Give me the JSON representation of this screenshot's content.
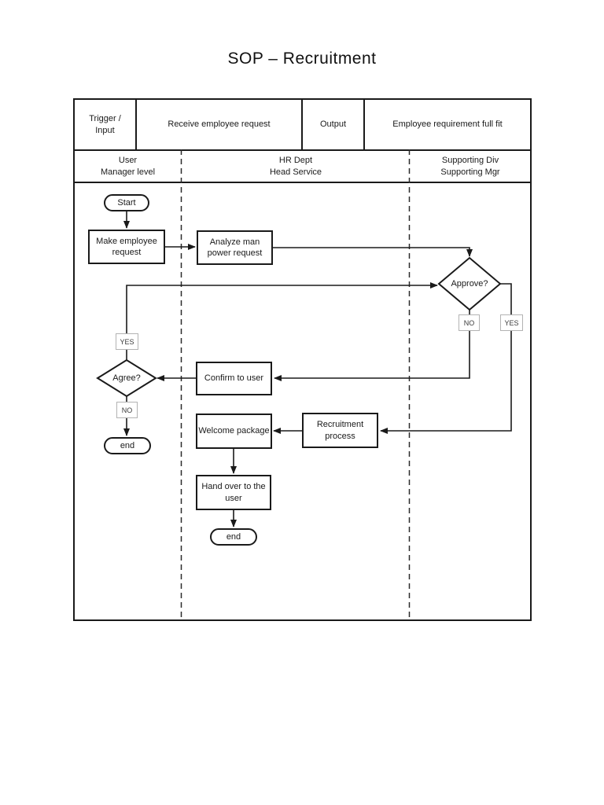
{
  "title": "SOP – Recruitment",
  "header": {
    "cells": [
      {
        "label": "Trigger /\nInput"
      },
      {
        "label": "Receive employee request"
      },
      {
        "label": "Output"
      },
      {
        "label": "Employee requirement full fit"
      }
    ]
  },
  "lanes": [
    {
      "label": "User\nManager level"
    },
    {
      "label": "HR Dept\nHead Service"
    },
    {
      "label": "Supporting Div\nSupporting Mgr"
    }
  ],
  "nodes": {
    "start": "Start",
    "make_request": "Make employee\nrequest",
    "analyze": "Analyze man\npower request",
    "approve": "Approve?",
    "approve_no": "NO",
    "approve_yes": "YES",
    "confirm": "Confirm to user",
    "agree": "Agree?",
    "agree_yes": "YES",
    "agree_no": "NO",
    "end_left": "end",
    "welcome": "Welcome package",
    "recruitment": "Recruitment\nprocess",
    "handover": "Hand over to the\nuser",
    "end_bottom": "end"
  },
  "edges": [
    {
      "from": "start",
      "to": "make-employee-request",
      "label": ""
    },
    {
      "from": "make-employee-request",
      "to": "analyze-man-power-request",
      "label": ""
    },
    {
      "from": "analyze-man-power-request",
      "to": "approve",
      "label": ""
    },
    {
      "from": "approve",
      "to": "confirm-to-user",
      "label": "NO"
    },
    {
      "from": "approve",
      "to": "recruitment-process",
      "label": "YES"
    },
    {
      "from": "confirm-to-user",
      "to": "agree",
      "label": ""
    },
    {
      "from": "agree",
      "to": "approve",
      "label": "YES"
    },
    {
      "from": "agree",
      "to": "end-left",
      "label": "NO"
    },
    {
      "from": "recruitment-process",
      "to": "welcome-package",
      "label": ""
    },
    {
      "from": "welcome-package",
      "to": "hand-over-to-user",
      "label": ""
    },
    {
      "from": "hand-over-to-user",
      "to": "end-bottom",
      "label": ""
    }
  ],
  "colors": {
    "line": "#1a1a1a",
    "box_border": "#1a1a1a",
    "tag_border": "#b3b3b3",
    "background": "#ffffff",
    "text": "#1a1a1a"
  }
}
